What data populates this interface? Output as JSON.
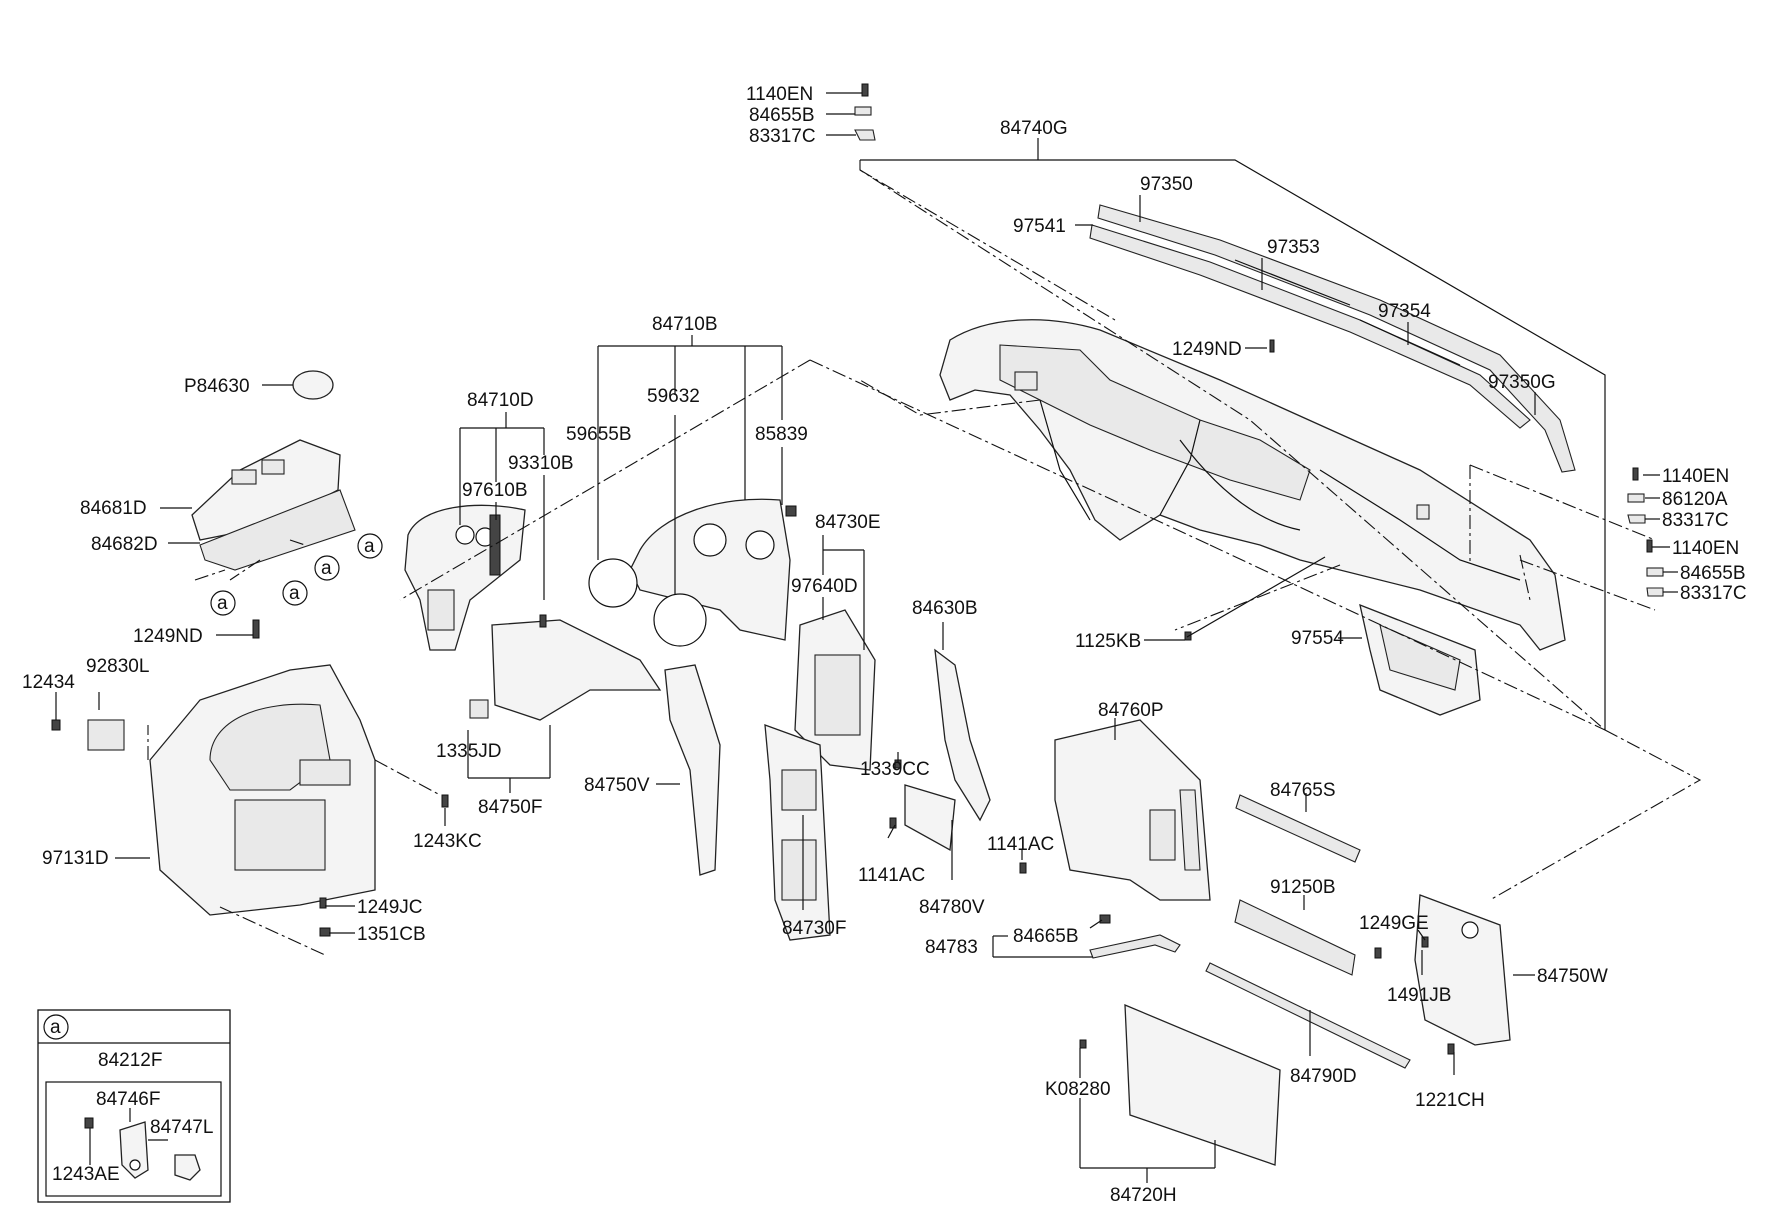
{
  "callouts": {
    "c1140EN_top": "1140EN",
    "c84655B_top": "84655B",
    "c83317C_top": "83317C",
    "c84740G": "84740G",
    "c97350": "97350",
    "c97541": "97541",
    "c97353": "97353",
    "c97354": "97354",
    "c1249ND_mid": "1249ND",
    "c97350G": "97350G",
    "c1140EN_r1": "1140EN",
    "c86120A": "86120A",
    "c83317C_r1": "83317C",
    "c1140EN_r2": "1140EN",
    "c84655B_r": "84655B",
    "c83317C_r2": "83317C",
    "c84710B": "84710B",
    "c59632": "59632",
    "c59655B": "59655B",
    "c85839": "85839",
    "c84710D": "84710D",
    "c93310B": "93310B",
    "c97610B": "97610B",
    "cP84630": "P84630",
    "c84681D": "84681D",
    "c84682D": "84682D",
    "c1249ND_left": "1249ND",
    "c12434": "12434",
    "c92830L": "92830L",
    "c97131D": "97131D",
    "c1243KC": "1243KC",
    "c1249JC": "1249JC",
    "c1351CB": "1351CB",
    "c1335JD": "1335JD",
    "c84750F": "84750F",
    "c84750V": "84750V",
    "c84730E": "84730E",
    "c97640D": "97640D",
    "c84730F": "84730F",
    "c84630B": "84630B",
    "c1339CC": "1339CC",
    "c1141AC_a": "1141AC",
    "c1141AC_b": "1141AC",
    "c84780V": "84780V",
    "c84760P": "84760P",
    "c84765S": "84765S",
    "c91250B": "91250B",
    "c1125KB": "1125KB",
    "c97554": "97554",
    "c1249GE": "1249GE",
    "c1491JB": "1491JB",
    "c84750W": "84750W",
    "c1221CH": "1221CH",
    "c84783": "84783",
    "c84665B": "84665B",
    "c84790D": "84790D",
    "cK08280": "K08280",
    "c84720H": "84720H"
  },
  "markers": {
    "ref_a": "a"
  },
  "inset": {
    "marker": "a",
    "c84212F": "84212F",
    "c84746F": "84746F",
    "c84747L": "84747L",
    "c1243AE": "1243AE"
  }
}
